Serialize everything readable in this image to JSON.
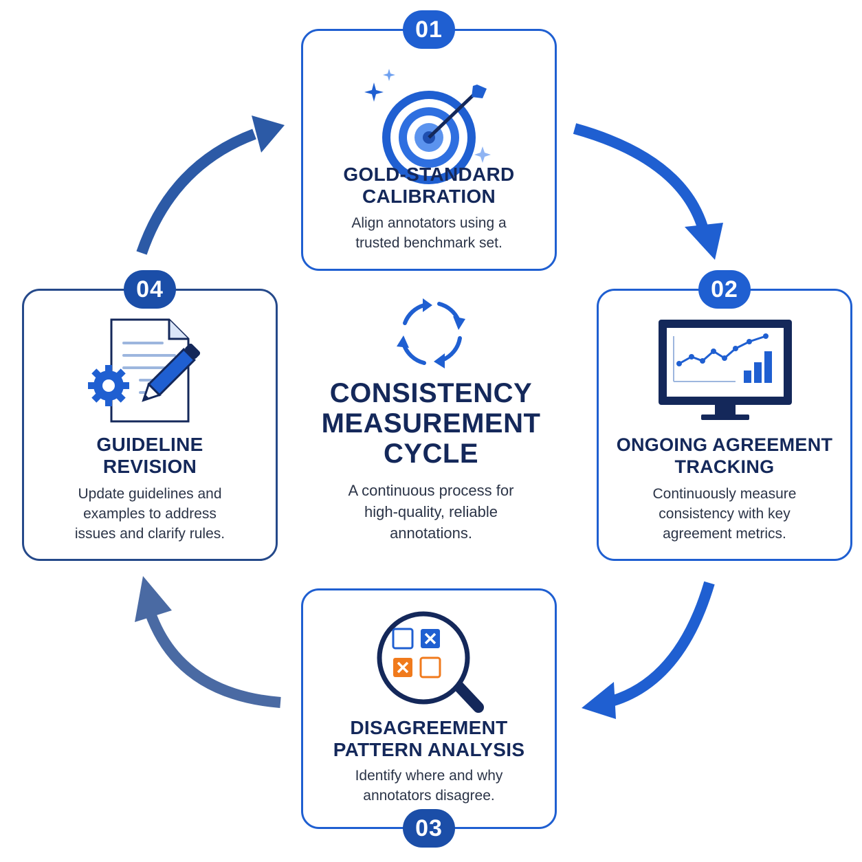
{
  "center": {
    "title_lines": [
      "CONSISTENCY",
      "MEASUREMENT",
      "CYCLE"
    ],
    "desc_lines": [
      "A continuous process for",
      "high-quality, reliable",
      "annotations."
    ],
    "icon": "cycle-arrows-icon"
  },
  "steps": [
    {
      "number": "01",
      "title_lines": [
        "GOLD-STANDARD",
        "CALIBRATION"
      ],
      "desc_lines": [
        "Align annotators using a",
        "trusted benchmark set."
      ],
      "icon": "target-icon"
    },
    {
      "number": "02",
      "title_lines": [
        "ONGOING AGREEMENT",
        "TRACKING"
      ],
      "desc_lines": [
        "Continuously measure",
        "consistency with key",
        "agreement metrics."
      ],
      "icon": "monitor-chart-icon"
    },
    {
      "number": "03",
      "title_lines": [
        "DISAGREEMENT",
        "PATTERN ANALYSIS"
      ],
      "desc_lines": [
        "Identify where and why",
        "annotators disagree."
      ],
      "icon": "magnifier-grid-icon"
    },
    {
      "number": "04",
      "title_lines": [
        "GUIDELINE",
        "REVISION"
      ],
      "desc_lines": [
        "Update guidelines and",
        "examples to address",
        "issues and clarify rules."
      ],
      "icon": "document-edit-icon"
    }
  ],
  "colors": {
    "primary": "#1f5fd1",
    "navy": "#14285a",
    "slate": "#4a6aa3",
    "orange": "#f07a1c"
  }
}
